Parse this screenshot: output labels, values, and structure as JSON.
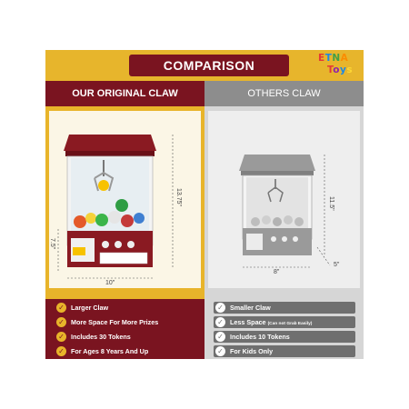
{
  "title": "COMPARISON",
  "logo": {
    "line1": "ETNA",
    "line2": "Toys"
  },
  "left": {
    "header": "OUR ORIGINAL CLAW",
    "dimensions": {
      "height": "13.75\"",
      "width": "10\"",
      "depth": "7.5\""
    },
    "features": [
      {
        "label": "Larger Claw",
        "icon": "check-icon"
      },
      {
        "label": "More Space For More Prizes",
        "icon": "check-icon"
      },
      {
        "label": "Includes 30 Tokens",
        "icon": "check-icon"
      },
      {
        "label": "For Ages 8 Years And Up",
        "icon": "check-icon"
      }
    ]
  },
  "right": {
    "header": "OTHERS CLAW",
    "dimensions": {
      "height": "11.5\"",
      "width": "8\"",
      "depth": "5\""
    },
    "features": [
      {
        "label": "Smaller Claw",
        "icon": "check-icon"
      },
      {
        "label": "Less Space",
        "note": "(Can not Grab Easily)",
        "icon": "check-icon"
      },
      {
        "label": "Includes 10 Tokens",
        "icon": "check-icon"
      },
      {
        "label": "For Kids Only",
        "icon": "check-icon"
      }
    ]
  },
  "colors": {
    "maroon": "#7a1420",
    "gold": "#e8b42a",
    "grey": "#8d8d8d",
    "light_grey": "#d6d6d6"
  }
}
